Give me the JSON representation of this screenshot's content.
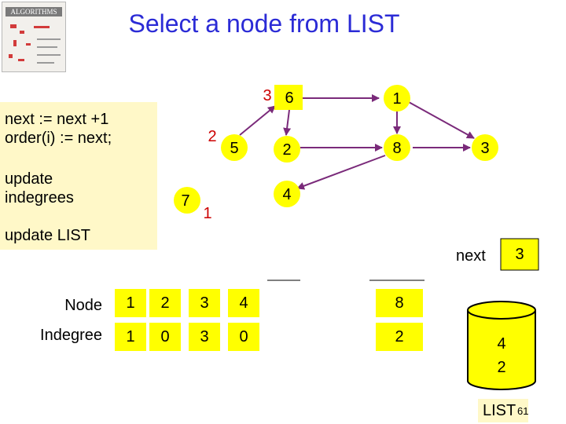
{
  "slide": {
    "title": "Select a node from LIST",
    "page_number": "61"
  },
  "book": {
    "band_text": "ALGORITHMS"
  },
  "side_panel": {
    "line1": "next := next +1",
    "line2": "order(i) := next;",
    "line3": "update",
    "line4": "indegrees",
    "line5": "update LIST"
  },
  "graph": {
    "nodes": {
      "n6": "6",
      "n1": "1",
      "n5": "5",
      "n2": "2",
      "n8": "8",
      "n3": "3",
      "n7": "7",
      "n4": "4"
    },
    "order_labels": {
      "o6": "3",
      "o5": "2",
      "o7": "1"
    }
  },
  "next": {
    "label": "next",
    "value": "3"
  },
  "table": {
    "row_headers": [
      "Node",
      "Indegree"
    ],
    "columns": [
      {
        "node": "1",
        "indegree": "1"
      },
      {
        "node": "2",
        "indegree": "0"
      },
      {
        "node": "3",
        "indegree": "3"
      },
      {
        "node": "4",
        "indegree": "0"
      },
      {
        "node": "8",
        "indegree": "2"
      }
    ]
  },
  "list": {
    "label": "LIST",
    "items": [
      "4",
      "2"
    ]
  },
  "colors": {
    "title": "#2b2bd6",
    "node_fill": "#ffff00",
    "panel_fill": "#fff8c8",
    "edge": "#7a2a7a"
  }
}
